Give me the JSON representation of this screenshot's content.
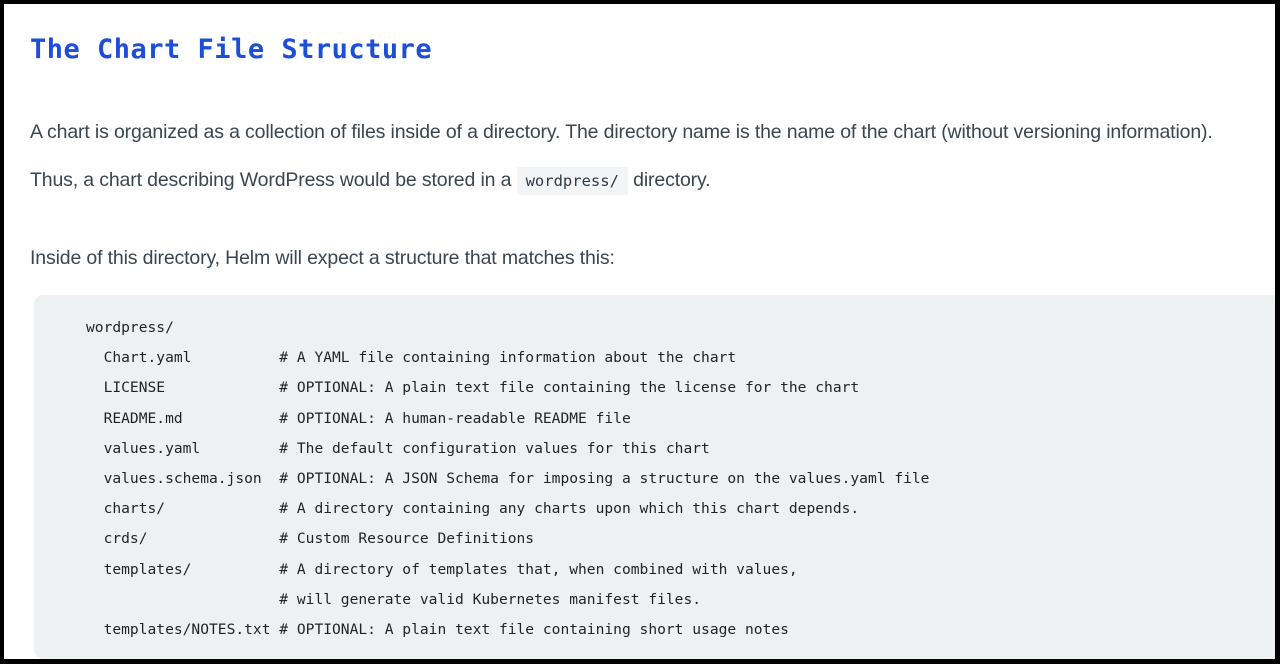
{
  "document": {
    "heading": "The Chart File Structure",
    "paragraph_1_part_1": "A chart is organized as a collection of files inside of a directory. The directory name is the name of the chart (without versioning information). Thus, a chart describing WordPress would be stored in a ",
    "paragraph_1_inline_code": "wordpress/",
    "paragraph_1_part_2": " directory.",
    "paragraph_2": "Inside of this directory, Helm will expect a structure that matches this:",
    "code_block": {
      "language": "text",
      "lines": [
        "wordpress/",
        "  Chart.yaml          # A YAML file containing information about the chart",
        "  LICENSE             # OPTIONAL: A plain text file containing the license for the chart",
        "  README.md           # OPTIONAL: A human-readable README file",
        "  values.yaml         # The default configuration values for this chart",
        "  values.schema.json  # OPTIONAL: A JSON Schema for imposing a structure on the values.yaml file",
        "  charts/             # A directory containing any charts upon which this chart depends.",
        "  crds/               # Custom Resource Definitions",
        "  templates/          # A directory of templates that, when combined with values,",
        "                      # will generate valid Kubernetes manifest files.",
        "  templates/NOTES.txt # OPTIONAL: A plain text file containing short usage notes"
      ]
    }
  },
  "colors": {
    "heading": "#1d4ed8",
    "body_text": "#3a4550",
    "code_background": "#edf1f2",
    "code_text": "#1f2328",
    "inline_code_background": "#f2f4f5",
    "page_background": "#ffffff",
    "frame_border": "#000000"
  }
}
